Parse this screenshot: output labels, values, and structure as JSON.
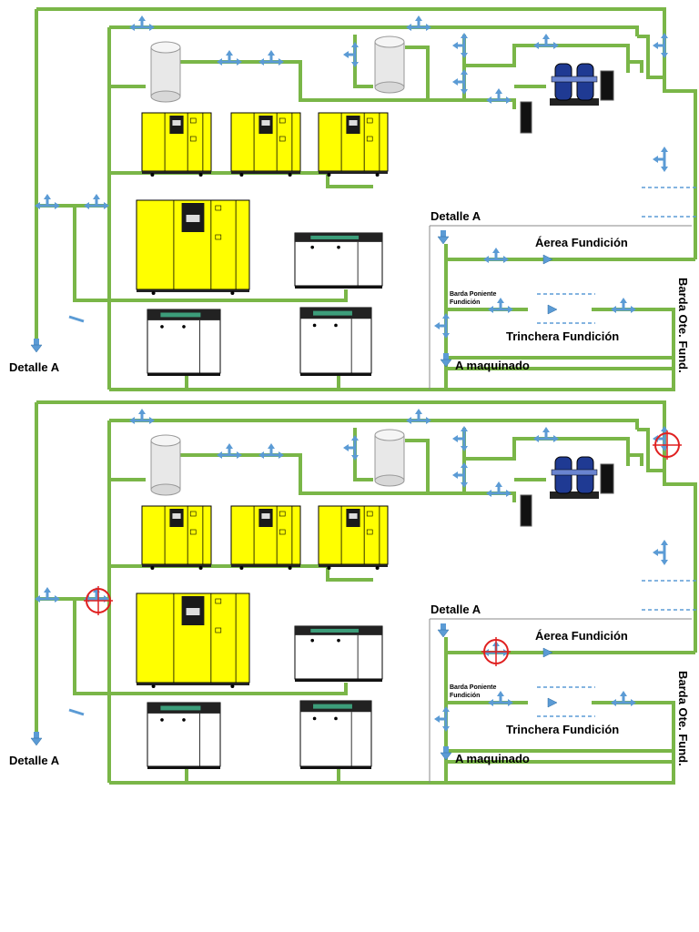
{
  "colors": {
    "pipe": "#7AB648",
    "arrow": "#5B9BD5",
    "arrow_dark": "#2E6DA4",
    "compressor_yellow": "#FFFF00",
    "compressor_dark": "#1A1A1A",
    "tank": "#E8E8E8",
    "dryer": "#1F3A93",
    "valve_red": "#E02020",
    "dashed": "#5B9BD5"
  },
  "icons": [
    "arrow-icon",
    "valve-icon",
    "tank-icon",
    "dryer-icon",
    "compressor-icon",
    "filter-icon"
  ],
  "panels": [
    {
      "detalle_left": "Detalle A",
      "detalle_box": "Detalle A",
      "area_fundicion": "Áerea Fundición",
      "barda_poniente_1": "Barda Poniente",
      "barda_poniente_2": "Fundición",
      "trinchera": "Trinchera Fundición",
      "maquinado": "A maquinado",
      "barda_ote": "Barda Ote. Fund."
    },
    {
      "detalle_left": "Detalle A",
      "detalle_box": "Detalle A",
      "area_fundicion": "Áerea Fundición",
      "barda_poniente_1": "Barda Poniente",
      "barda_poniente_2": "Fundición",
      "trinchera": "Trinchera Fundición",
      "maquinado": "A maquinado",
      "barda_ote": "Barda Ote. Fund."
    }
  ]
}
